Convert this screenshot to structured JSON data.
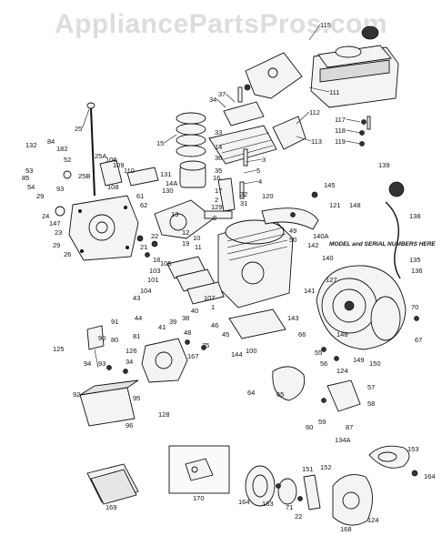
{
  "watermark": "AppliancePartsPros.com",
  "diagram": {
    "note": "MODEL and SERIAL NUMBERS HERE",
    "callouts": [
      {
        "id": "c1",
        "label": "115"
      },
      {
        "id": "c2",
        "label": "111"
      },
      {
        "id": "c3",
        "label": "37"
      },
      {
        "id": "c4",
        "label": "34"
      },
      {
        "id": "c5",
        "label": "112"
      },
      {
        "id": "c6",
        "label": "113"
      },
      {
        "id": "c7",
        "label": "117"
      },
      {
        "id": "c8",
        "label": "118"
      },
      {
        "id": "c9",
        "label": "119"
      },
      {
        "id": "c10",
        "label": "25"
      },
      {
        "id": "c11",
        "label": "132"
      },
      {
        "id": "c12",
        "label": "84"
      },
      {
        "id": "c13",
        "label": "182"
      },
      {
        "id": "c14",
        "label": "52"
      },
      {
        "id": "c15",
        "label": "15"
      },
      {
        "id": "c16",
        "label": "33"
      },
      {
        "id": "c17",
        "label": "14"
      },
      {
        "id": "c18",
        "label": "36"
      },
      {
        "id": "c19",
        "label": "35"
      },
      {
        "id": "c20",
        "label": "3"
      },
      {
        "id": "c21",
        "label": "5"
      },
      {
        "id": "c22",
        "label": "4"
      },
      {
        "id": "c23",
        "label": "25A"
      },
      {
        "id": "c24",
        "label": "106"
      },
      {
        "id": "c25",
        "label": "109"
      },
      {
        "id": "c26",
        "label": "110"
      },
      {
        "id": "c27",
        "label": "131"
      },
      {
        "id": "c28",
        "label": "53"
      },
      {
        "id": "c29",
        "label": "85"
      },
      {
        "id": "c30",
        "label": "54"
      },
      {
        "id": "c31",
        "label": "25B"
      },
      {
        "id": "c32",
        "label": "108"
      },
      {
        "id": "c33",
        "label": "14A"
      },
      {
        "id": "c34",
        "label": "130"
      },
      {
        "id": "c35",
        "label": "16"
      },
      {
        "id": "c36",
        "label": "17"
      },
      {
        "id": "c37",
        "label": "2"
      },
      {
        "id": "c38",
        "label": "32"
      },
      {
        "id": "c39",
        "label": "31"
      },
      {
        "id": "c40",
        "label": "120"
      },
      {
        "id": "c41",
        "label": "145"
      },
      {
        "id": "c42",
        "label": "139"
      },
      {
        "id": "c43",
        "label": "29"
      },
      {
        "id": "c44",
        "label": "93"
      },
      {
        "id": "c45",
        "label": "61"
      },
      {
        "id": "c46",
        "label": "62"
      },
      {
        "id": "c47",
        "label": "24"
      },
      {
        "id": "c48",
        "label": "147"
      },
      {
        "id": "c49",
        "label": "23"
      },
      {
        "id": "c50",
        "label": "29"
      },
      {
        "id": "c51",
        "label": "26"
      },
      {
        "id": "c52",
        "label": "129"
      },
      {
        "id": "c53",
        "label": "13"
      },
      {
        "id": "c54",
        "label": "9"
      },
      {
        "id": "c55",
        "label": "12"
      },
      {
        "id": "c56",
        "label": "22"
      },
      {
        "id": "c57",
        "label": "10"
      },
      {
        "id": "c58",
        "label": "21"
      },
      {
        "id": "c59",
        "label": "19"
      },
      {
        "id": "c60",
        "label": "11"
      },
      {
        "id": "c61",
        "label": "18"
      },
      {
        "id": "c62",
        "label": "121"
      },
      {
        "id": "c63",
        "label": "148"
      },
      {
        "id": "c64",
        "label": "138"
      },
      {
        "id": "c65",
        "label": "49"
      },
      {
        "id": "c66",
        "label": "50"
      },
      {
        "id": "c67",
        "label": "140A"
      },
      {
        "id": "c68",
        "label": "142"
      },
      {
        "id": "c69",
        "label": "140"
      },
      {
        "id": "c70",
        "label": "135"
      },
      {
        "id": "c71",
        "label": "136"
      },
      {
        "id": "c72",
        "label": "127"
      },
      {
        "id": "c73",
        "label": "141"
      },
      {
        "id": "c74",
        "label": "70"
      },
      {
        "id": "c75",
        "label": "67"
      },
      {
        "id": "c76",
        "label": "105"
      },
      {
        "id": "c77",
        "label": "103"
      },
      {
        "id": "c78",
        "label": "101"
      },
      {
        "id": "c79",
        "label": "104"
      },
      {
        "id": "c80",
        "label": "43"
      },
      {
        "id": "c81",
        "label": "44"
      },
      {
        "id": "c82",
        "label": "38"
      },
      {
        "id": "c83",
        "label": "39"
      },
      {
        "id": "c84",
        "label": "40"
      },
      {
        "id": "c85",
        "label": "41"
      },
      {
        "id": "c86",
        "label": "45"
      },
      {
        "id": "c87",
        "label": "46"
      },
      {
        "id": "c88",
        "label": "48"
      },
      {
        "id": "c89",
        "label": "1"
      },
      {
        "id": "c90",
        "label": "107"
      },
      {
        "id": "c91",
        "label": "143"
      },
      {
        "id": "c92",
        "label": "91"
      },
      {
        "id": "c93",
        "label": "90"
      },
      {
        "id": "c94",
        "label": "125"
      },
      {
        "id": "c95",
        "label": "94"
      },
      {
        "id": "c96",
        "label": "93"
      },
      {
        "id": "c97",
        "label": "126"
      },
      {
        "id": "c98",
        "label": "34"
      },
      {
        "id": "c99",
        "label": "80"
      },
      {
        "id": "c100",
        "label": "81"
      },
      {
        "id": "c101",
        "label": "75"
      },
      {
        "id": "c102",
        "label": "167"
      },
      {
        "id": "c103",
        "label": "144"
      },
      {
        "id": "c104",
        "label": "100"
      },
      {
        "id": "c105",
        "label": "66"
      },
      {
        "id": "c106",
        "label": "55"
      },
      {
        "id": "c107",
        "label": "148"
      },
      {
        "id": "c108",
        "label": "149"
      },
      {
        "id": "c109",
        "label": "150"
      },
      {
        "id": "c110",
        "label": "56"
      },
      {
        "id": "c111",
        "label": "124"
      },
      {
        "id": "c112",
        "label": "57"
      },
      {
        "id": "c113",
        "label": "58"
      },
      {
        "id": "c114",
        "label": "87"
      },
      {
        "id": "c115",
        "label": "134A"
      },
      {
        "id": "c116",
        "label": "64"
      },
      {
        "id": "c117",
        "label": "65"
      },
      {
        "id": "c118",
        "label": "60"
      },
      {
        "id": "c119",
        "label": "59"
      },
      {
        "id": "c120",
        "label": "92"
      },
      {
        "id": "c121",
        "label": "95"
      },
      {
        "id": "c122",
        "label": "96"
      },
      {
        "id": "c123",
        "label": "128"
      },
      {
        "id": "c124",
        "label": "153"
      },
      {
        "id": "c125",
        "label": "164"
      },
      {
        "id": "c126",
        "label": "151"
      },
      {
        "id": "c127",
        "label": "152"
      },
      {
        "id": "c128",
        "label": "169"
      },
      {
        "id": "c129",
        "label": "170"
      },
      {
        "id": "c130",
        "label": "164"
      },
      {
        "id": "c131",
        "label": "163"
      },
      {
        "id": "c132",
        "label": "71"
      },
      {
        "id": "c133",
        "label": "22"
      },
      {
        "id": "c134",
        "label": "168"
      },
      {
        "id": "c135",
        "label": "124"
      }
    ]
  }
}
